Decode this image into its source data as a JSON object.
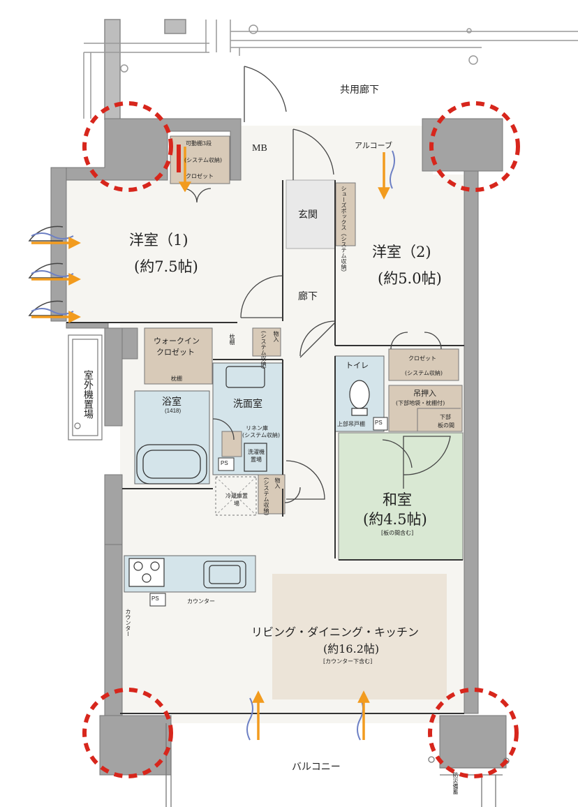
{
  "labels": {
    "corridor_common": "共用廊下",
    "mb": "MB",
    "alcove": "アルコーブ",
    "genkan": "玄関",
    "shoebox": "シューズボックス（システム収納）",
    "ls": "廊下",
    "room1_name": "洋室（1)",
    "room1_size": "(約7.5帖)",
    "room2_name": "洋室（2)",
    "room2_size": "(約5.0帖)",
    "movable_shelf": "可動棚3段",
    "system_storage": "(システム収納)",
    "closet": "クロゼット",
    "closet2": "クロゼット",
    "closet2_sub": "(システム収納)",
    "walkin1": "ウォークイン",
    "walkin2": "クロゼット",
    "shelf": "枕棚",
    "shelf2": "枕棚",
    "storage": "物入",
    "storage_sys": "(システム収納)",
    "storage2": "物入",
    "toilet": "トイレ",
    "toilet_shelf": "上部吊戸棚",
    "ps": "PS",
    "hanging": "吊押入",
    "hanging_sub": "(下部地袋・枕棚付)",
    "floor_space": "下部",
    "floor_space2": "板の間",
    "outdoor_unit": "室外機置場",
    "bath": "浴室",
    "bath_size": "(1418)",
    "washroom": "洗面室",
    "linen": "リネン庫",
    "linen_sub": "(システム収納)",
    "washer": "洗濯機置場",
    "fridge": "冷蔵庫置場",
    "washitsu": "和室",
    "washitsu_size": "(約4.5帖)",
    "washitsu_sub": "[板の間含む]",
    "counter": "カウンター",
    "counter_v": "カウンター",
    "ldk": "リビング・ダイニング・キッチン",
    "ldk_size": "(約16.2帖)",
    "ldk_sub": "[カウンター下含む]",
    "balcony": "バルコニー",
    "emergency": "防災備蓄"
  },
  "colors": {
    "wall": "#999999",
    "room_floor": "#f6f5f1",
    "genkan_floor": "#e9e9e9",
    "wet_area": "#d4e4ea",
    "tatami": "#d9e8d3",
    "storage": "#d8cab8",
    "ldk_rug": "#ece4d8",
    "arrow_orange": "#f29b1e",
    "arrow_blue": "#6d80c4",
    "marker_red": "#d7261c"
  }
}
